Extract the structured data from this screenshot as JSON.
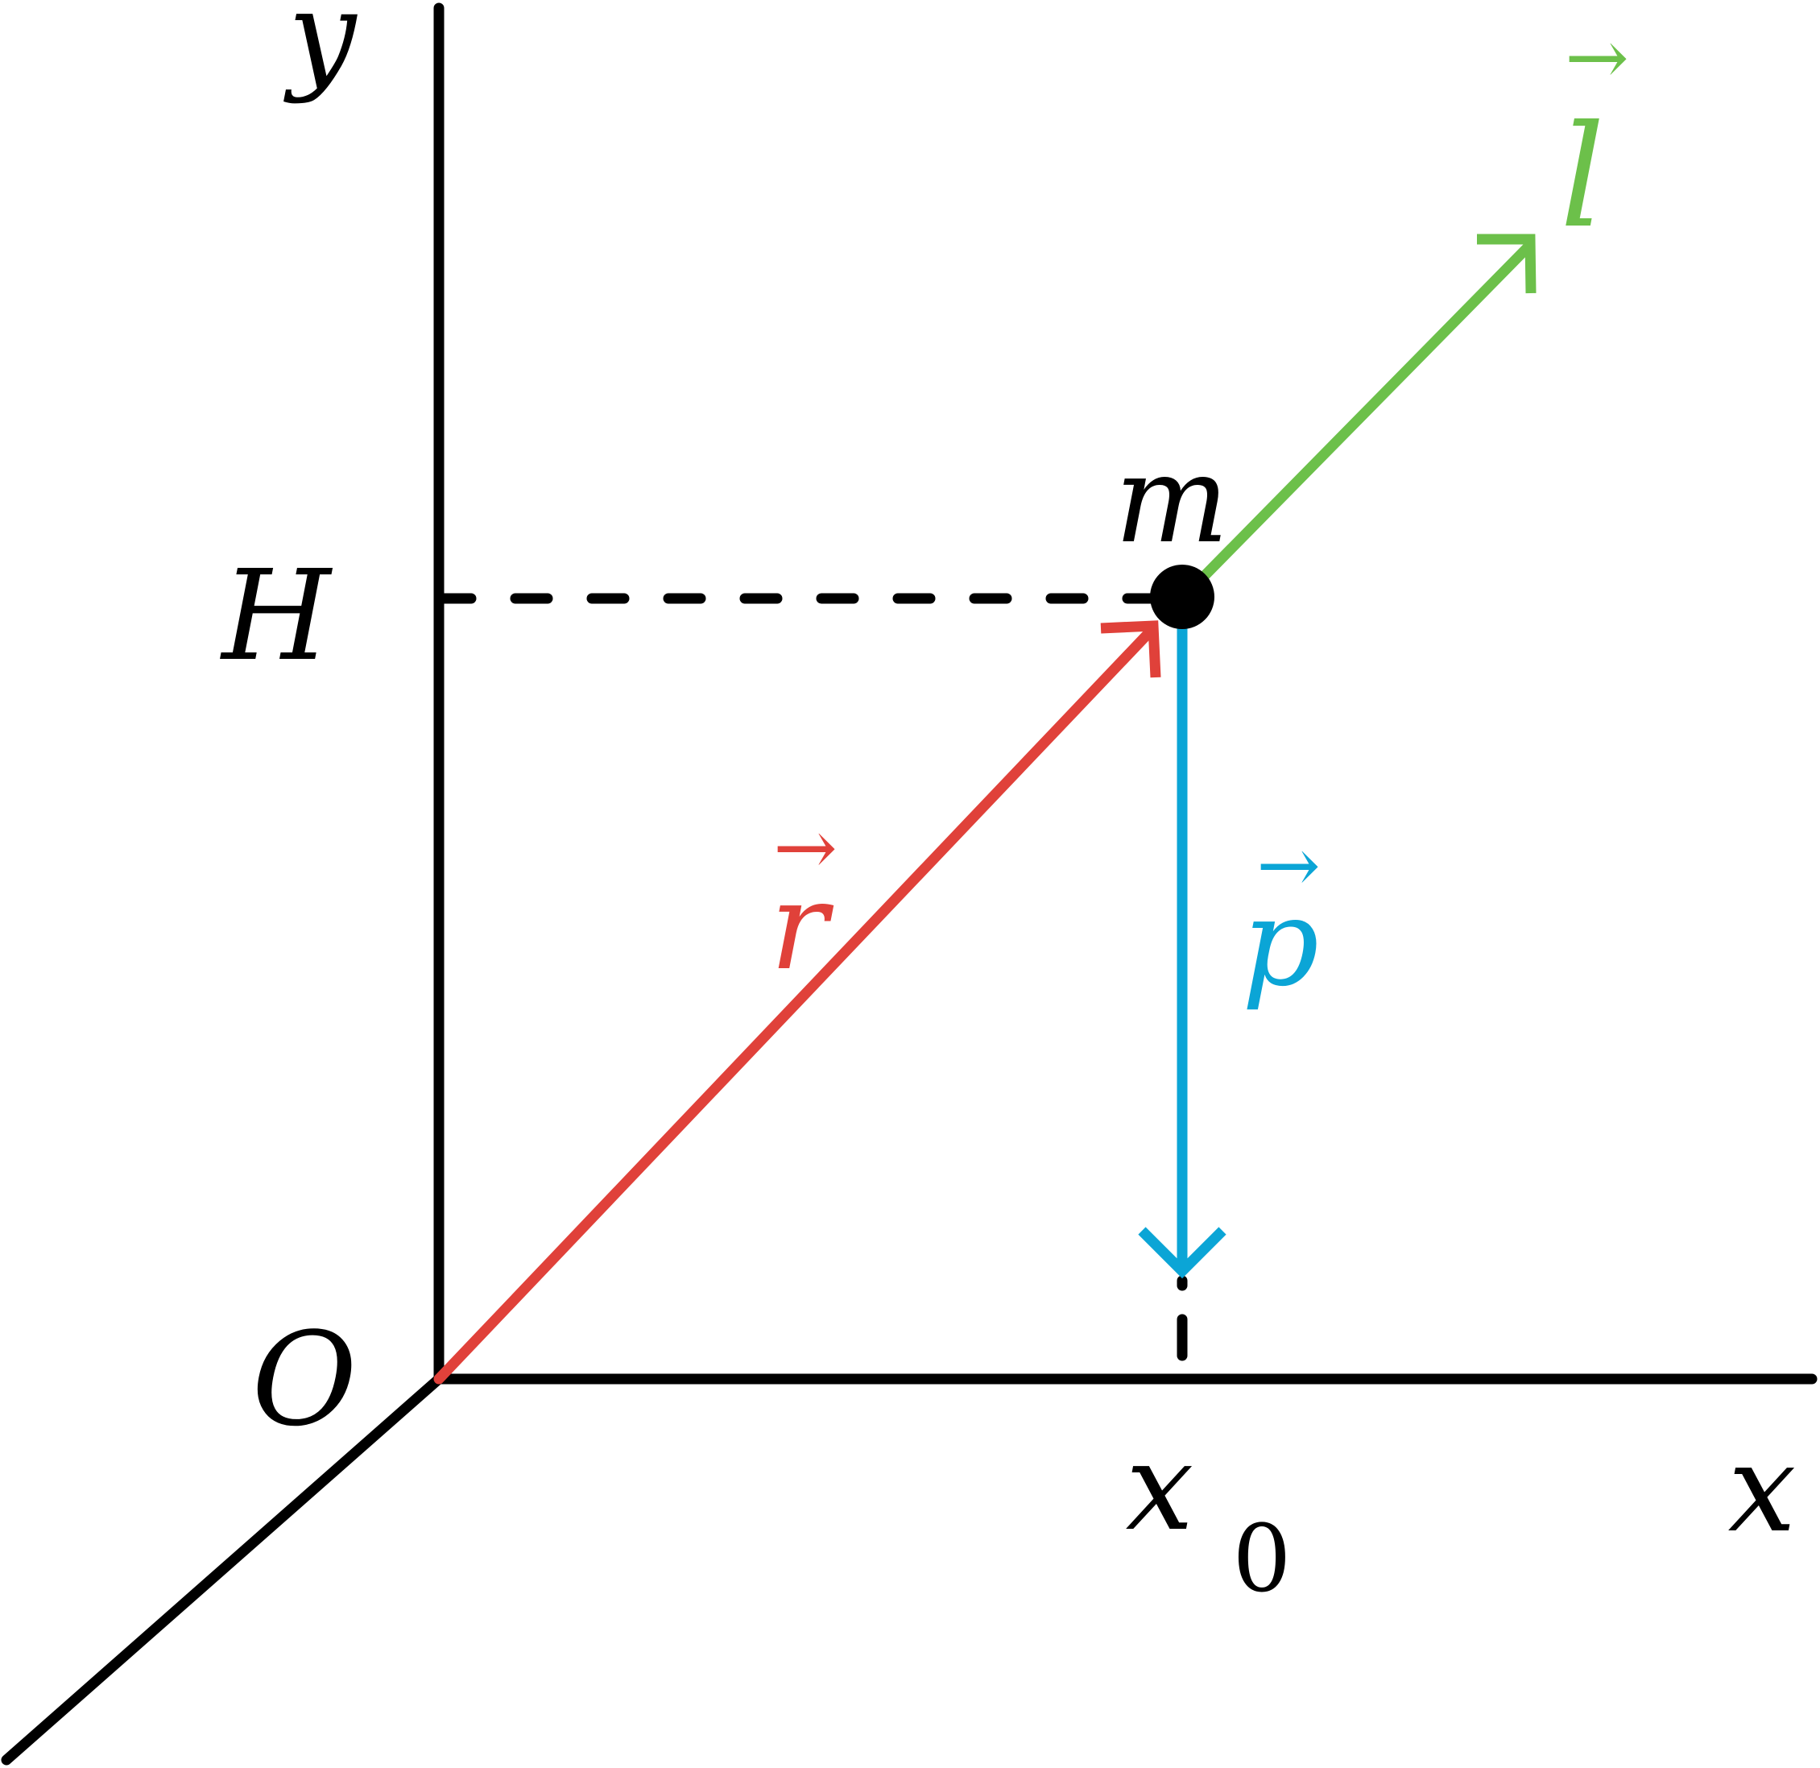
{
  "labels": {
    "y_axis": "y",
    "x_axis": "x",
    "origin": "O",
    "height_mark": "H",
    "x0_main": "x",
    "x0_sub": "0",
    "mass": "m",
    "r_vector": "r",
    "p_vector": "p",
    "l_vector": "l",
    "vector_arrow": "→"
  },
  "colors": {
    "axis": "#000000",
    "r_vector": "#e0413a",
    "p_vector": "#0ba5d6",
    "l_vector": "#6cc04a",
    "point": "#000000"
  },
  "icons": {
    "r_head": "arrow-head-icon",
    "p_head": "arrow-head-icon",
    "l_head": "arrow-head-icon"
  }
}
